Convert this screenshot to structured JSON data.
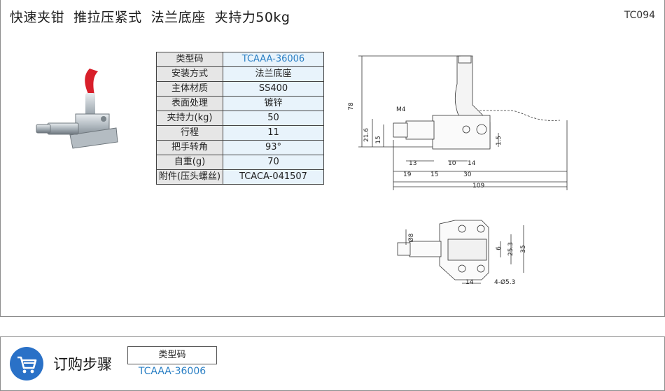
{
  "header": {
    "title": "快速夹钳  推拉压紧式  法兰底座  夹持力50kg",
    "code": "TC094"
  },
  "spec_table": [
    {
      "key": "类型码",
      "value": "TCAAA-36006",
      "link": true
    },
    {
      "key": "安装方式",
      "value": "法兰底座"
    },
    {
      "key": "主体材质",
      "value": "SS400"
    },
    {
      "key": "表面处理",
      "value": "镀锌"
    },
    {
      "key": "夹持力(kg)",
      "value": "50"
    },
    {
      "key": "行程",
      "value": "11"
    },
    {
      "key": "把手转角",
      "value": "93°"
    },
    {
      "key": "自重(g)",
      "value": "70"
    },
    {
      "key": "附件(压头螺丝)",
      "value": "TCACA-041507"
    }
  ],
  "drawing": {
    "side_dims": {
      "d78": "78",
      "m4": "M4",
      "d21_6": "21.6",
      "d15a": "15",
      "d1_5": "1.5",
      "d13": "13",
      "d14a": "14",
      "d10": "10",
      "d19": "19",
      "d15b": "15",
      "d30": "30",
      "d109": "109"
    },
    "top_dims": {
      "d8": "Ø8",
      "d6": "6",
      "d25_3": "25.3",
      "d35": "35",
      "d14b": "14",
      "holes": "4-Ø5.3"
    }
  },
  "order": {
    "title": "订购步骤",
    "header": "类型码",
    "value": "TCAAA-36006"
  },
  "colors": {
    "accent": "#2a7fc4",
    "cart_bg": "#2a71c7",
    "handle": "#d81f2a"
  }
}
